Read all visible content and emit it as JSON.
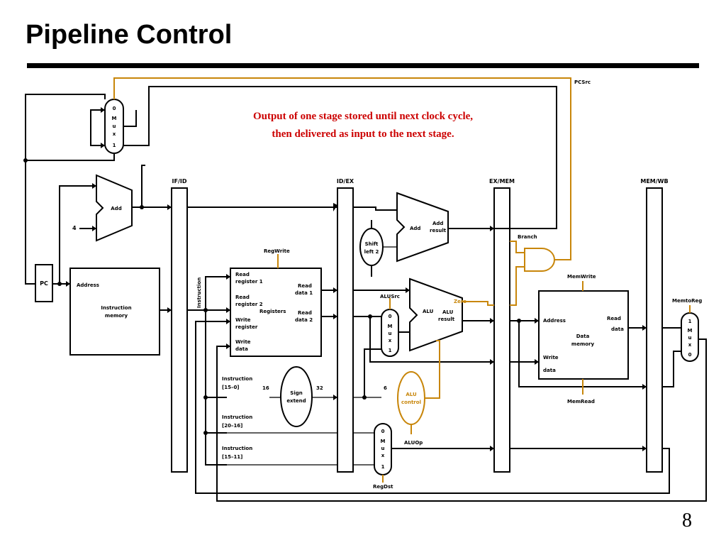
{
  "slide": {
    "title": "Pipeline Control",
    "page_number": "8"
  },
  "annotation": {
    "line1": "Output of one stage stored until next clock cycle,",
    "line2": "then delivered as input to the next stage."
  },
  "colors": {
    "control": "#c8860a",
    "annotation": "#cc0000",
    "datapath": "#000000"
  },
  "registers": {
    "if_id": "IF/ID",
    "id_ex": "ID/EX",
    "ex_mem": "EX/MEM",
    "mem_wb": "MEM/WB"
  },
  "pc": "PC",
  "pcsrc_mux": {
    "in0": "0",
    "m": "M",
    "u": "u",
    "x": "x",
    "in1": "1"
  },
  "adders": {
    "pc_add": "Add",
    "pc_add_input": "4",
    "branch_add": "Add",
    "branch_result": "result"
  },
  "instruction_memory": {
    "address": "Address",
    "name1": "Instruction",
    "name2": "memory"
  },
  "registers_file": {
    "read_reg1_a": "Read",
    "read_reg1_b": "register 1",
    "read_reg2_a": "Read",
    "read_reg2_b": "register 2",
    "write_reg_a": "Write",
    "write_reg_b": "register",
    "write_data_a": "Write",
    "write_data_b": "data",
    "read_data1_a": "Read",
    "read_data1_b": "data 1",
    "read_data2_a": "Read",
    "read_data2_b": "data 2",
    "name": "Registers"
  },
  "instruction_label": "Instruction",
  "fields": {
    "f1a": "Instruction",
    "f1b": "[15–0]",
    "w16": "16",
    "w32": "32",
    "f2a": "Instruction",
    "f2b": "[20–16]",
    "f3a": "Instruction",
    "f3b": "[15–11]"
  },
  "sign_extend": {
    "a": "Sign",
    "b": "extend"
  },
  "shift_left": {
    "a": "Shift",
    "b": "left 2"
  },
  "alu": {
    "name": "ALU",
    "result_a": "ALU",
    "result_b": "result",
    "zero": "Zero"
  },
  "alu_src_mux": {
    "in0": "0",
    "m": "M",
    "u": "u",
    "x": "x",
    "in1": "1"
  },
  "alu_control": {
    "a": "ALU",
    "b": "control",
    "six": "6"
  },
  "regdst_mux": {
    "in0": "0",
    "m": "M",
    "u": "u",
    "x": "x",
    "in1": "1"
  },
  "data_memory": {
    "address": "Address",
    "read_a": "Read",
    "read_b": "data",
    "name1": "Data",
    "name2": "memory",
    "write_a": "Write",
    "write_b": "data"
  },
  "wb_mux": {
    "in1": "1",
    "m": "M",
    "u": "u",
    "x": "x",
    "in0": "0"
  },
  "control_signals": {
    "pcsrc": "PCSrc",
    "regwrite": "RegWrite",
    "branch": "Branch",
    "memwrite": "MemWrite",
    "alusrc": "ALUSrc",
    "memtoreg": "MemtoReg",
    "memread": "MemRead",
    "aluop": "ALUOp",
    "regdst": "RegDst"
  }
}
